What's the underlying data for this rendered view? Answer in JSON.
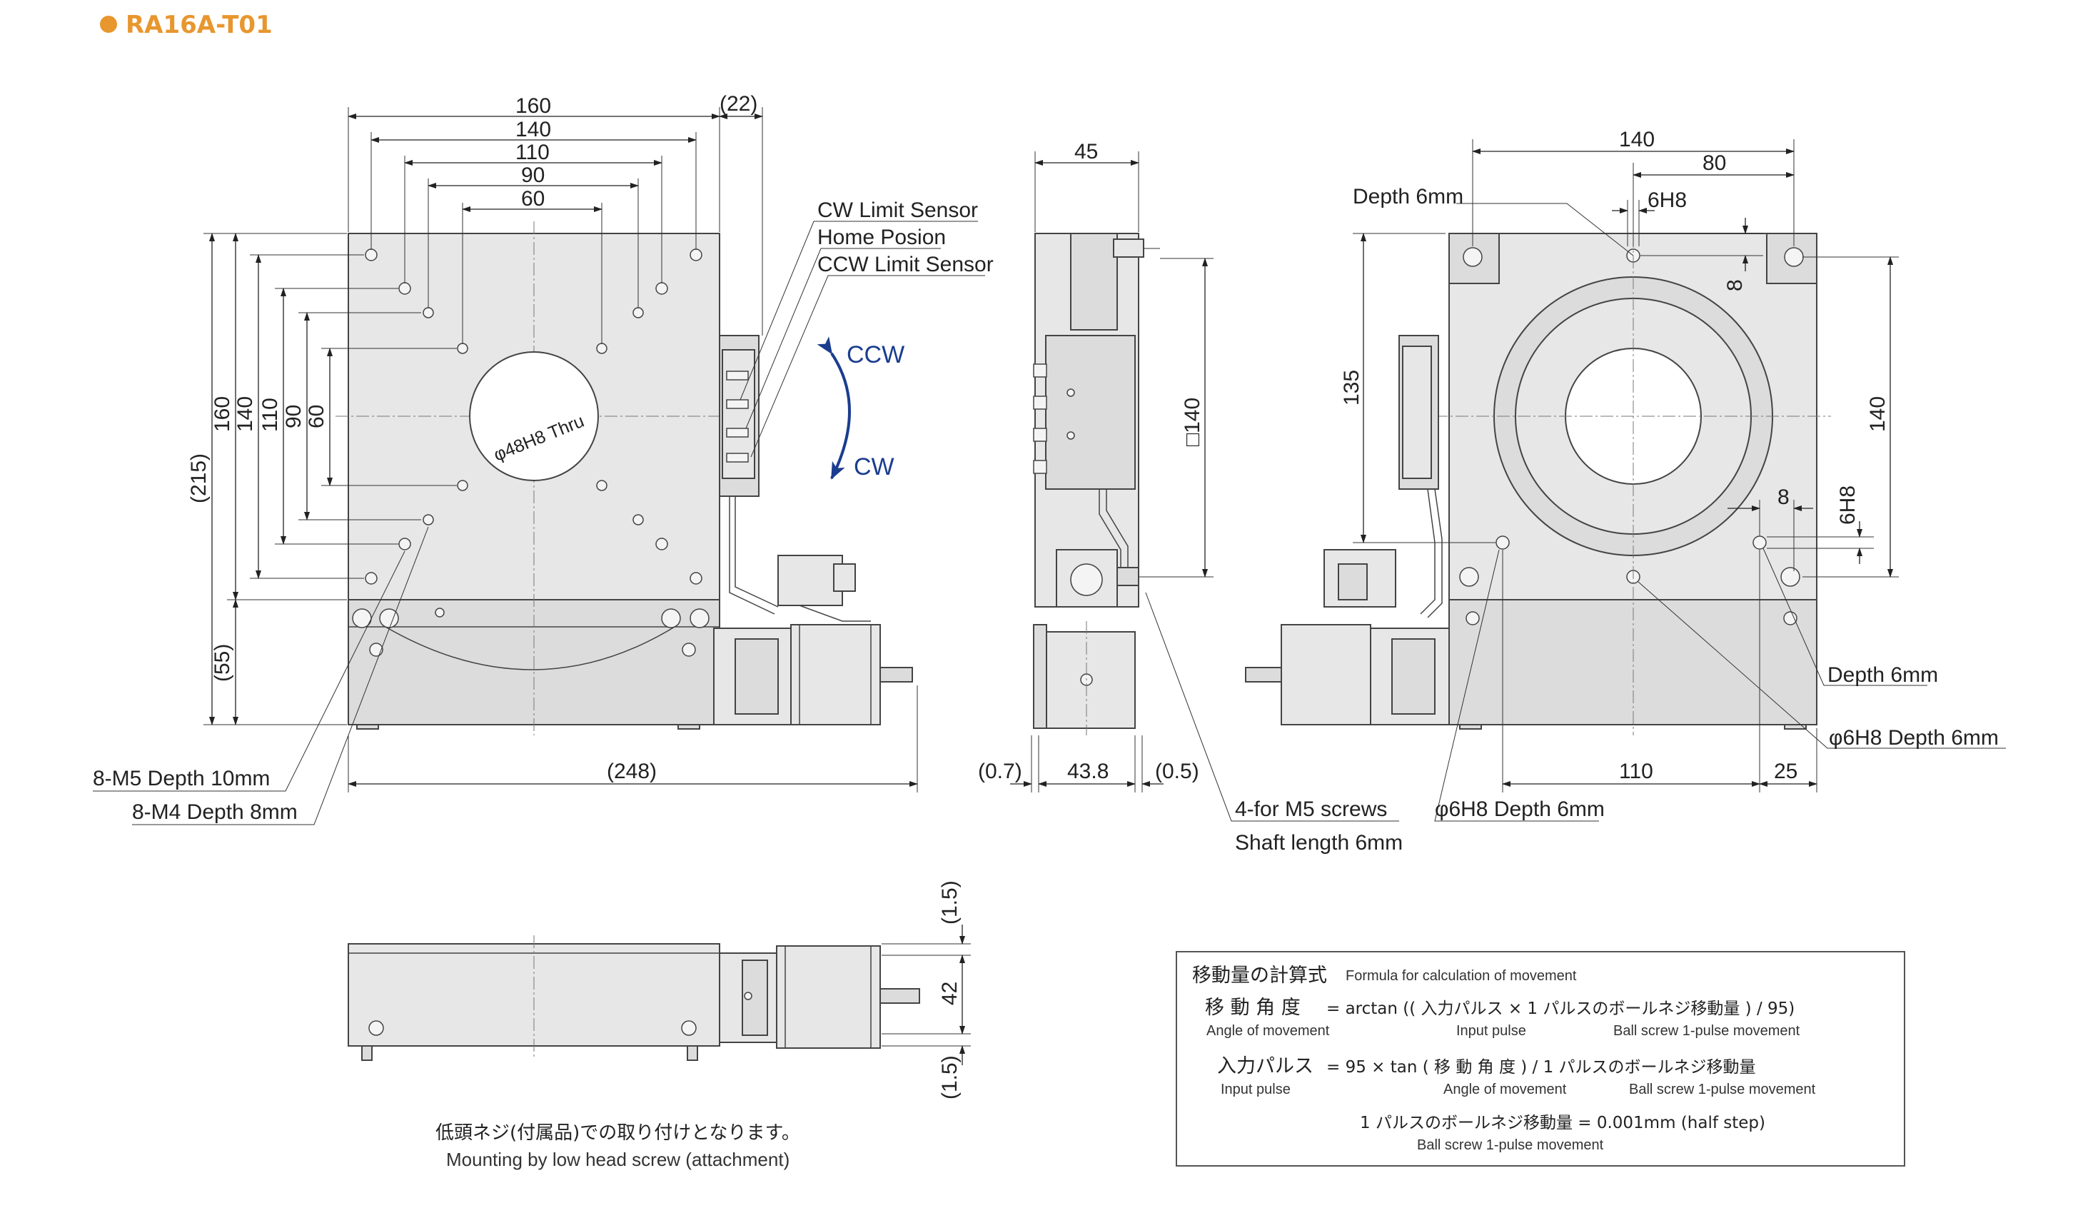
{
  "header": {
    "title": "RA16A-T01"
  },
  "colors": {
    "header": "#e8962e",
    "arrow": "#1b3d8f",
    "line": "#222222",
    "body": "#e7e7e7"
  },
  "views": {
    "top": {
      "dims_top": [
        "160",
        "140",
        "110",
        "90",
        "60",
        "(22)"
      ],
      "dims_left": [
        "(215)",
        "160",
        "140",
        "110",
        "90",
        "60",
        "(55)"
      ],
      "hole_label": "φ48H8 Thru",
      "bottom_dim": "(248)",
      "sensors": [
        "CW Limit Sensor",
        "Home Posion",
        "CCW Limit Sensor"
      ],
      "rotation": [
        "CCW",
        "CW"
      ],
      "screw_labels": [
        "8-M5 Depth 10mm",
        "8-M4 Depth 8mm"
      ]
    },
    "side": {
      "dim_top": "45",
      "dim_square": "□140",
      "dims_bottom": [
        "(0.7)",
        "43.8",
        "(0.5)"
      ],
      "screw_labels": [
        "4-for M5 screws",
        "Shaft length 6mm"
      ]
    },
    "rear": {
      "dims_top": [
        "140",
        "80"
      ],
      "depth_top": "Depth 6mm",
      "h8_top": "6H8",
      "dim_8_top": "8",
      "dim_135": "135",
      "dim_140_right": "140",
      "dim_8_right": "8",
      "h8_right": "6H8",
      "depth_right": "Depth 6mm",
      "phi_right": "φ6H8 Depth 6mm",
      "phi_bottom": "φ6H8 Depth 6mm",
      "dims_bottom": [
        "110",
        "25"
      ]
    },
    "front": {
      "dims_right": [
        "(1.5)",
        "42",
        "(1.5)"
      ],
      "note_jp": "低頭ネジ(付属品)での取り付けとなります。",
      "note_en": "Mounting by low head screw (attachment)"
    }
  },
  "formula": {
    "title_jp": "移動量の計算式",
    "title_en": "Formula for calculation of movement",
    "line1_left": "移 動 角 度",
    "line1_expr": "= arctan (( 入力パルス × 1 パルスのボールネジ移動量 ) / 95)",
    "line1_sub": [
      "Angle of movement",
      "Input pulse",
      "Ball screw 1-pulse movement"
    ],
    "line2_left": "入力パルス",
    "line2_expr": "= 95 × tan ( 移 動 角 度 ) / 1 パルスのボールネジ移動量",
    "line2_sub": [
      "Input pulse",
      "Angle of movement",
      "Ball screw 1-pulse movement"
    ],
    "line3_expr": "1 パルスのボールネジ移動量 = 0.001mm (half step)",
    "line3_sub": "Ball screw 1-pulse movement"
  }
}
